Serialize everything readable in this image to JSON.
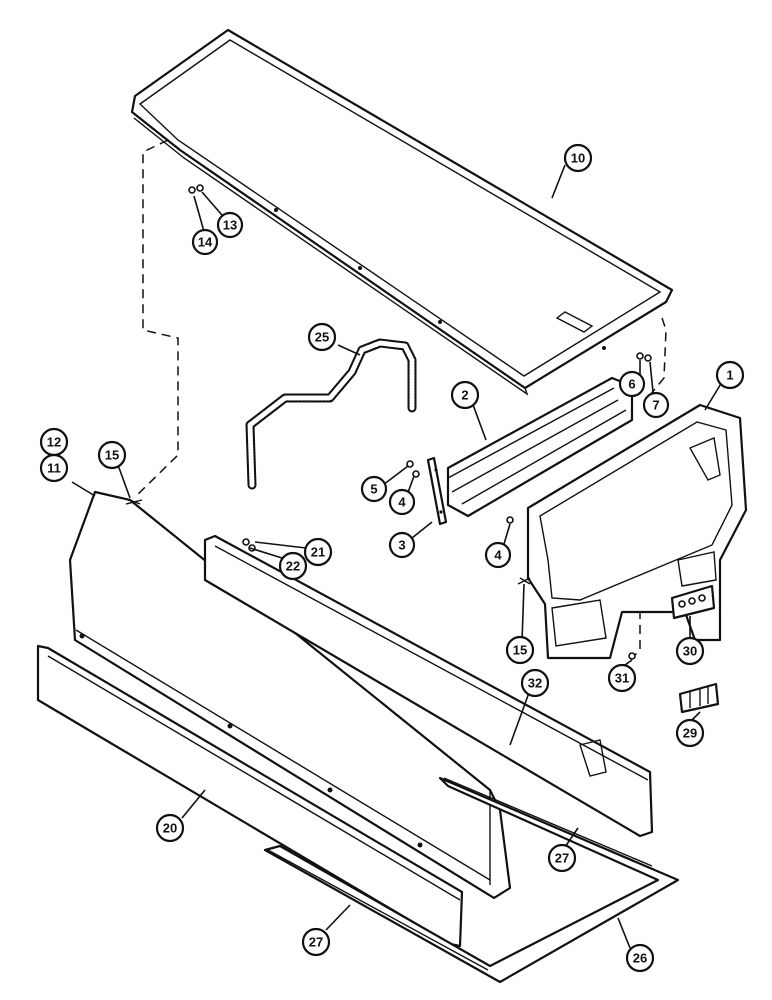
{
  "callouts": [
    {
      "id": "c10",
      "label": "10"
    },
    {
      "id": "c13",
      "label": "13"
    },
    {
      "id": "c14",
      "label": "14"
    },
    {
      "id": "c25",
      "label": "25"
    },
    {
      "id": "c6",
      "label": "6"
    },
    {
      "id": "c7",
      "label": "7"
    },
    {
      "id": "c1",
      "label": "1"
    },
    {
      "id": "c2",
      "label": "2"
    },
    {
      "id": "c12",
      "label": "12"
    },
    {
      "id": "c11",
      "label": "11"
    },
    {
      "id": "c15a",
      "label": "15"
    },
    {
      "id": "c5",
      "label": "5"
    },
    {
      "id": "c4a",
      "label": "4"
    },
    {
      "id": "c3",
      "label": "3"
    },
    {
      "id": "c4b",
      "label": "4"
    },
    {
      "id": "c21",
      "label": "21"
    },
    {
      "id": "c22",
      "label": "22"
    },
    {
      "id": "c15b",
      "label": "15"
    },
    {
      "id": "c30",
      "label": "30"
    },
    {
      "id": "c31",
      "label": "31"
    },
    {
      "id": "c32",
      "label": "32"
    },
    {
      "id": "c29",
      "label": "29"
    },
    {
      "id": "c20",
      "label": "20"
    },
    {
      "id": "c27a",
      "label": "27"
    },
    {
      "id": "c27b",
      "label": "27"
    },
    {
      "id": "c26",
      "label": "26"
    }
  ]
}
